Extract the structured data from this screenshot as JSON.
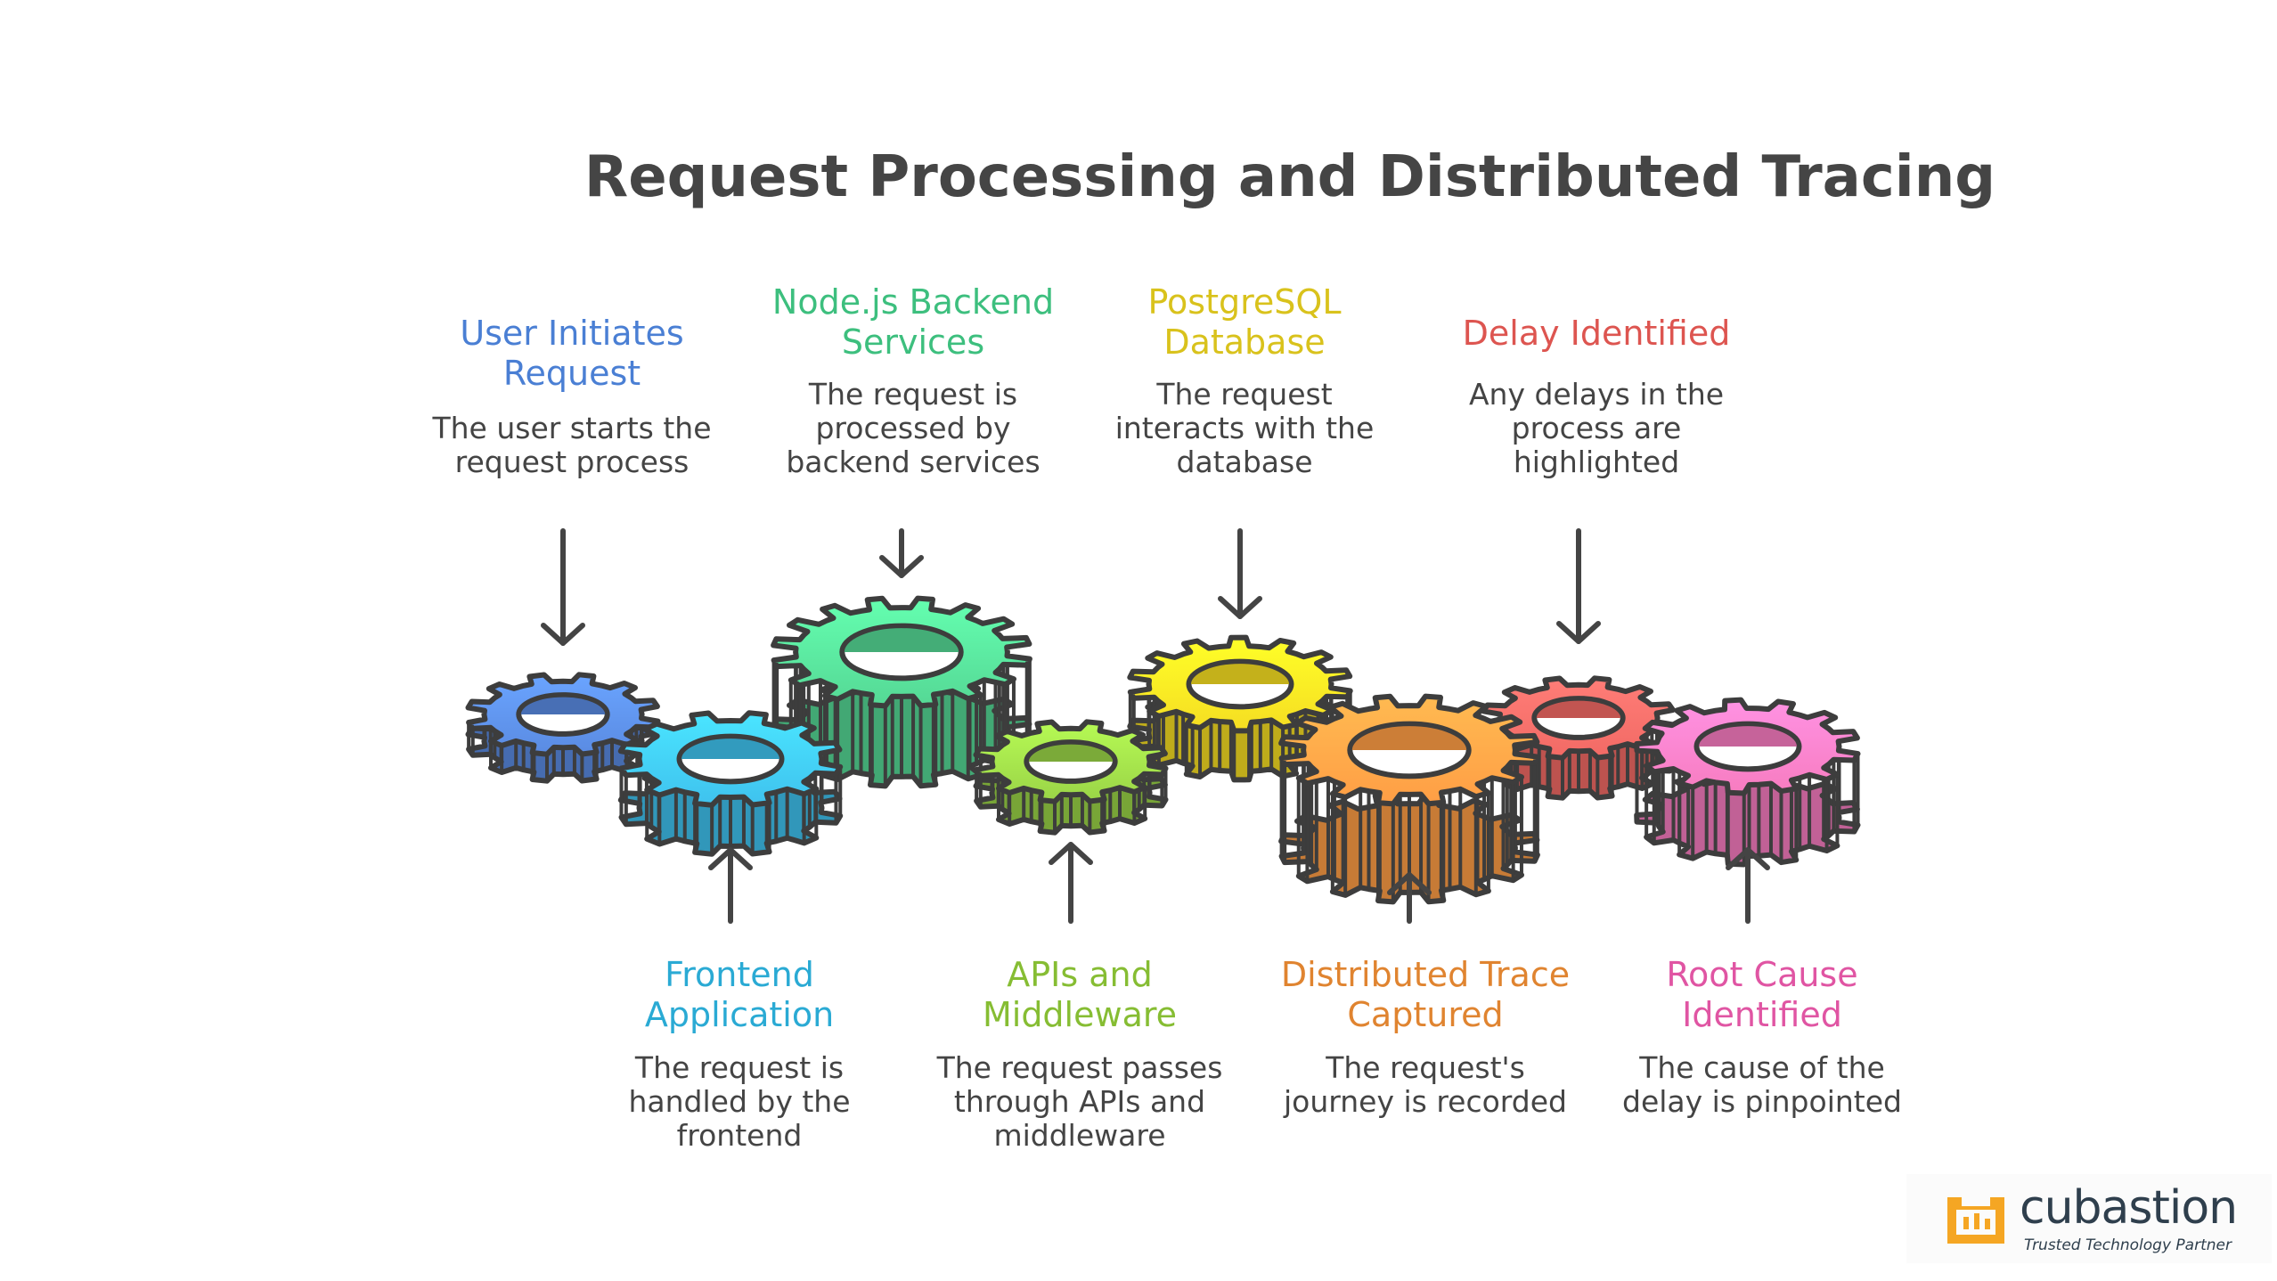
{
  "title": "Request Processing and Distributed Tracing",
  "steps": [
    {
      "label_lines": [
        "User Initiates",
        "Request"
      ],
      "desc_lines": [
        "The user starts the",
        "request process"
      ],
      "color": "#5a8be2",
      "text_color": "#4a7fd4",
      "position": "top"
    },
    {
      "label_lines": [
        "Frontend",
        "Application"
      ],
      "desc_lines": [
        "The request is",
        "handled by the",
        "frontend"
      ],
      "color": "#3fc2ee",
      "text_color": "#2aaad4",
      "position": "bottom"
    },
    {
      "label_lines": [
        "Node.js Backend",
        "Services"
      ],
      "desc_lines": [
        "The request is",
        "processed by",
        "backend services"
      ],
      "color": "#55d895",
      "text_color": "#3dbf7e",
      "position": "top"
    },
    {
      "label_lines": [
        "APIs and",
        "Middleware"
      ],
      "desc_lines": [
        "The request passes",
        "through APIs and",
        "middleware"
      ],
      "color": "#9ad447",
      "text_color": "#86bd33",
      "position": "bottom"
    },
    {
      "label_lines": [
        "PostgreSQL",
        "Database"
      ],
      "desc_lines": [
        "The request",
        "interacts with the",
        "database"
      ],
      "color": "#f5dd22",
      "text_color": "#d9c21c",
      "position": "top"
    },
    {
      "label_lines": [
        "Distributed Trace",
        "Captured"
      ],
      "desc_lines": [
        "The request's",
        "journey is recorded"
      ],
      "color": "#ff9e45",
      "text_color": "#e08430",
      "position": "bottom"
    },
    {
      "label_lines": [
        "Delay Identified"
      ],
      "desc_lines": [
        "Any delays in the",
        "process are",
        "highlighted"
      ],
      "color": "#f26a65",
      "text_color": "#dd5550",
      "position": "top"
    },
    {
      "label_lines": [
        "Root Cause",
        "Identified"
      ],
      "desc_lines": [
        "The cause of the",
        "delay is pinpointed"
      ],
      "color": "#f77cc0",
      "text_color": "#e055a3",
      "position": "bottom"
    }
  ],
  "logo": {
    "name": "cubastion",
    "tagline": "Trusted Technology Partner",
    "icon": "cubastion-logo-icon",
    "icon_color": "#f5a623"
  }
}
